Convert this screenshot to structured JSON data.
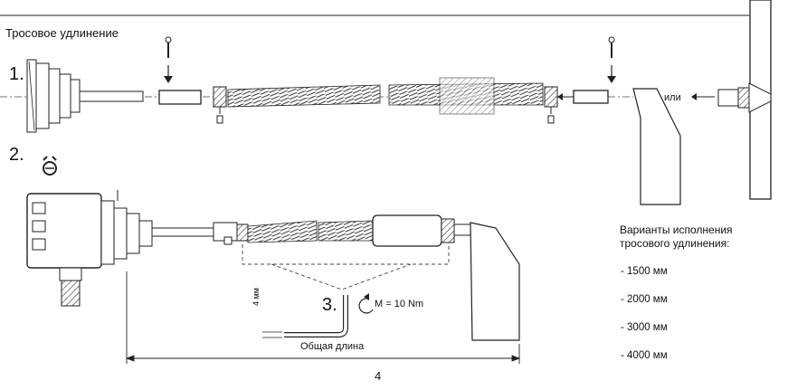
{
  "header": {
    "title": "Тросовое удлинение"
  },
  "steps": {
    "one": "1.",
    "two": "2.",
    "three": "3."
  },
  "labels": {
    "or": "или",
    "torque": "M = 10 Nm",
    "allen_size": "4 мм",
    "total_length": "Общая длина",
    "page_number": "4"
  },
  "variants": {
    "title": "Варианты исполнения тросового удлинения:",
    "items": [
      "- 1500 мм",
      "- 2000 мм",
      "- 3000 мм",
      "- 4000 мм"
    ]
  }
}
